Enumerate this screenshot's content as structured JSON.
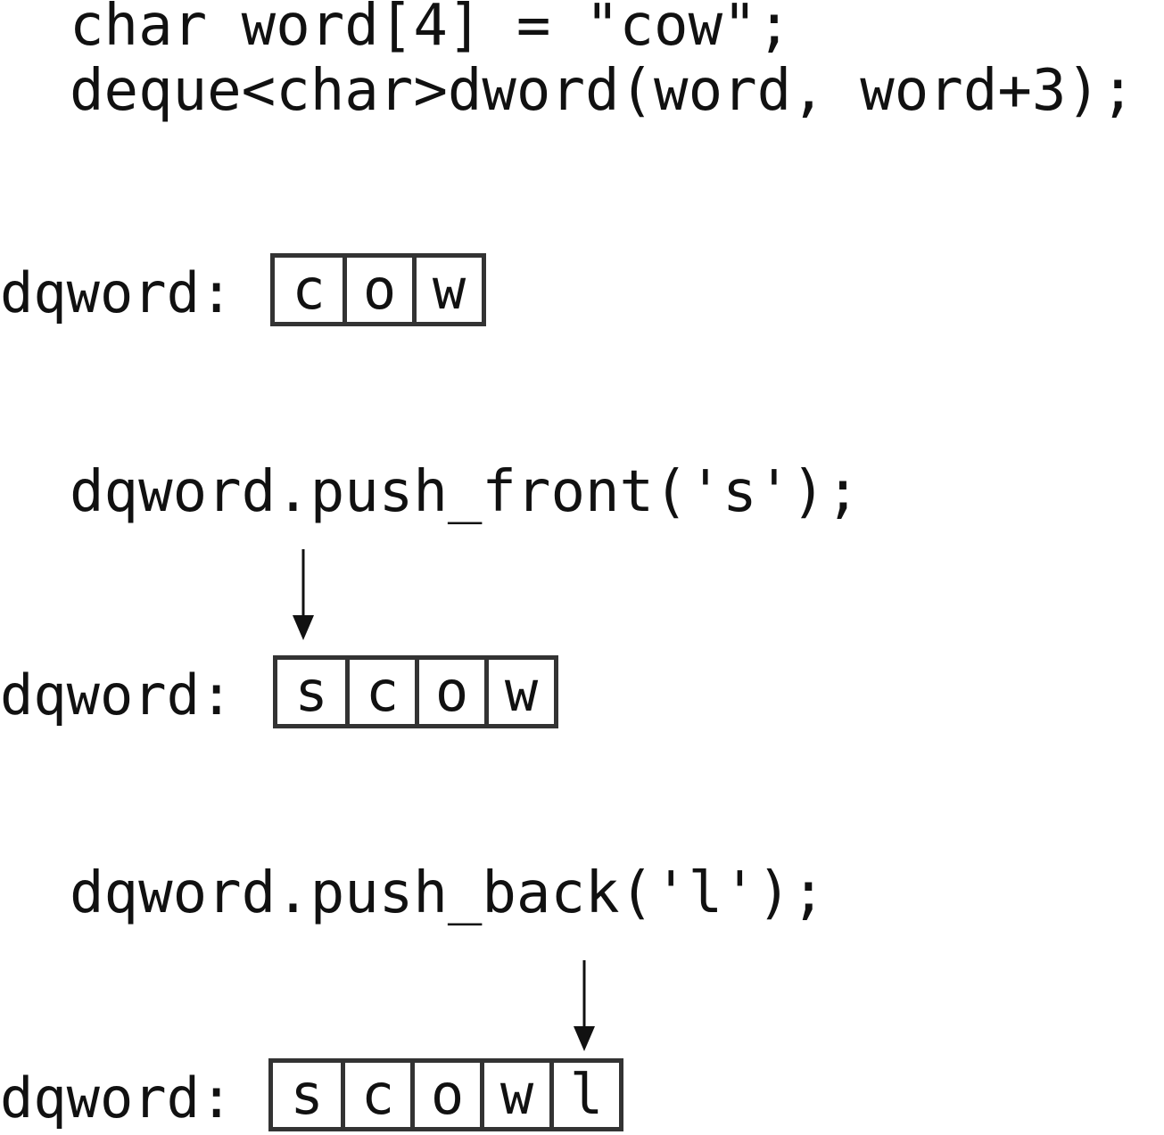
{
  "code": {
    "line1": "char word[4] = \"cow\";",
    "line2": "deque<char>dword(word, word+3);",
    "push_front": "dqword.push_front('s');",
    "push_back": "dqword.push_back('l');"
  },
  "deques": [
    {
      "label": "dqword:",
      "cells": [
        "c",
        "o",
        "w"
      ]
    },
    {
      "label": "dqword:",
      "cells": [
        "s",
        "c",
        "o",
        "w"
      ]
    },
    {
      "label": "dqword:",
      "cells": [
        "s",
        "c",
        "o",
        "w",
        "l"
      ]
    }
  ],
  "colors": {
    "text": "#111111",
    "box_border": "#333333",
    "background": "#ffffff"
  },
  "icons": {
    "arrow": "arrow-down-icon"
  }
}
